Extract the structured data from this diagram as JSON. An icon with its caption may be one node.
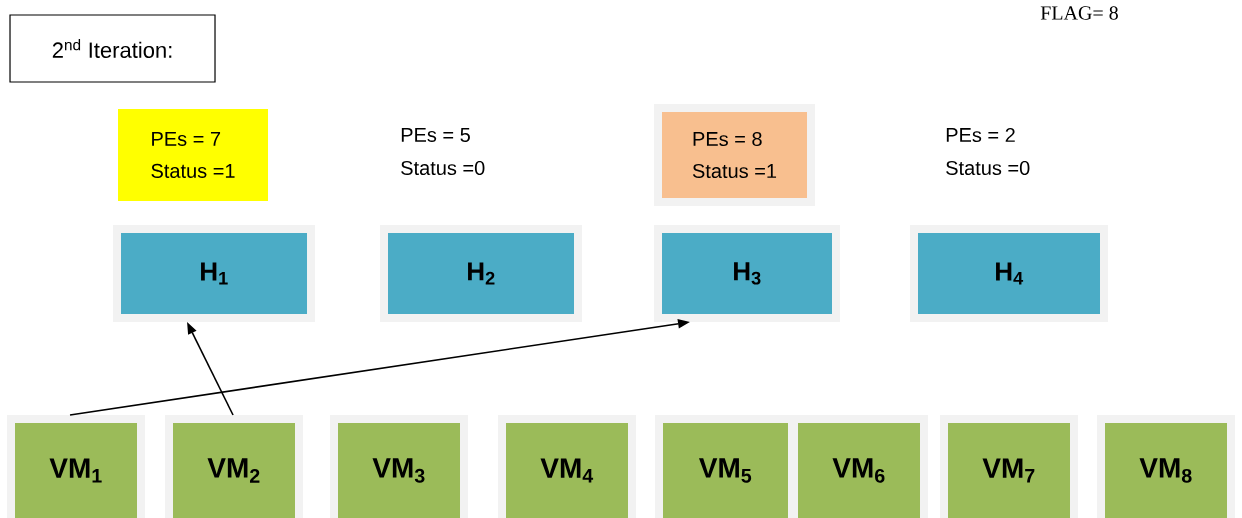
{
  "diagram": {
    "nodes": [
      {
        "text": [
          "2$^{nd}$ Iteration:"
        ]
      },
      {
        "text": [
          "PEs = 7",
          "Status =1"
        ]
      },
      {
        "text": [
          "PEs = 8",
          "Status =1"
        ]
      },
      {
        "text": [
          "H$_{1}$"
        ]
      },
      {
        "text": [
          "H$_{2}$"
        ]
      },
      {
        "text": [
          "H$_{3}$"
        ]
      },
      {
        "text": [
          "H$_{4}$"
        ]
      },
      {
        "text": [
          "VM$_{1}$"
        ]
      },
      {
        "text": [
          "VM$_{2}$"
        ]
      },
      {
        "text": [
          "VM$_{3}$"
        ]
      },
      {
        "text": [
          "VM$_{4}$"
        ]
      },
      {
        "text": [
          "VM$_{5}$"
        ]
      },
      {
        "text": [
          "VM$_{6}$"
        ]
      },
      {
        "text": [
          "VM$_{7}$"
        ]
      },
      {
        "text": [
          "VM$_{8}$"
        ]
      }
    ],
    "edges": [
      {
        "from": 7,
        "to": 5,
        "arrow": "to"
      },
      {
        "from": 8,
        "to": 3,
        "arrow": "to"
      }
    ],
    "labels": [
      "FLAG= 8",
      "PEs = 5",
      "Status =0",
      "PEs = 2",
      "Status =0"
    ]
  }
}
